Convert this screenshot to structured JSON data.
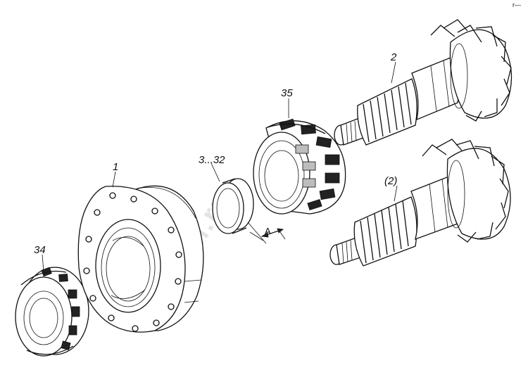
{
  "diagram": {
    "labels": {
      "part_1": "1",
      "part_2": "2",
      "part_2_alt": "(2)",
      "part_3_32": "3...32",
      "part_34": "34",
      "part_35": "35",
      "dimension_a": "A",
      "corner_mark": "r—"
    },
    "watermark": "zapkam.ru"
  }
}
